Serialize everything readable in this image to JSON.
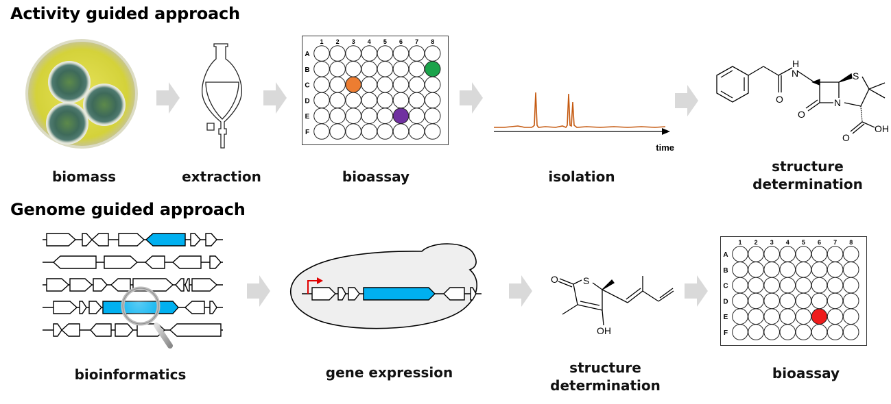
{
  "sections": {
    "activity": {
      "title": "Activity guided approach",
      "steps": [
        "biomass",
        "extraction",
        "bioassay",
        "isolation",
        "structure",
        "determination"
      ]
    },
    "genome": {
      "title": "Genome guided approach",
      "steps": [
        "bioinformatics",
        "gene expression",
        "structure",
        "determination",
        "bioassay"
      ]
    }
  },
  "plate": {
    "columns": [
      "1",
      "2",
      "3",
      "4",
      "5",
      "6",
      "7",
      "8"
    ],
    "rows": [
      "A",
      "B",
      "C",
      "D",
      "E",
      "F"
    ],
    "activity_hits": [
      {
        "row": "B",
        "col": "8",
        "color": "#1aa34a"
      },
      {
        "row": "C",
        "col": "3",
        "color": "#ed7d31"
      },
      {
        "row": "E",
        "col": "6",
        "color": "#7030a0"
      }
    ],
    "genome_hits": [
      {
        "row": "E",
        "col": "6",
        "color": "#ee1c1c"
      }
    ]
  },
  "chromatogram": {
    "axis_label": "time",
    "color": "#c55a11"
  },
  "molecules": {
    "penicillin_atoms": [
      "H",
      "N",
      "S",
      "O",
      "N",
      "O",
      "O",
      "OH"
    ],
    "thiolactomycin_atoms": [
      "O",
      "S",
      "OH"
    ]
  },
  "colors": {
    "arrow": "#d9d9d9",
    "gene_highlight": "#00b0f0",
    "promoter": "#e00000",
    "cell_fill": "#efefef"
  }
}
